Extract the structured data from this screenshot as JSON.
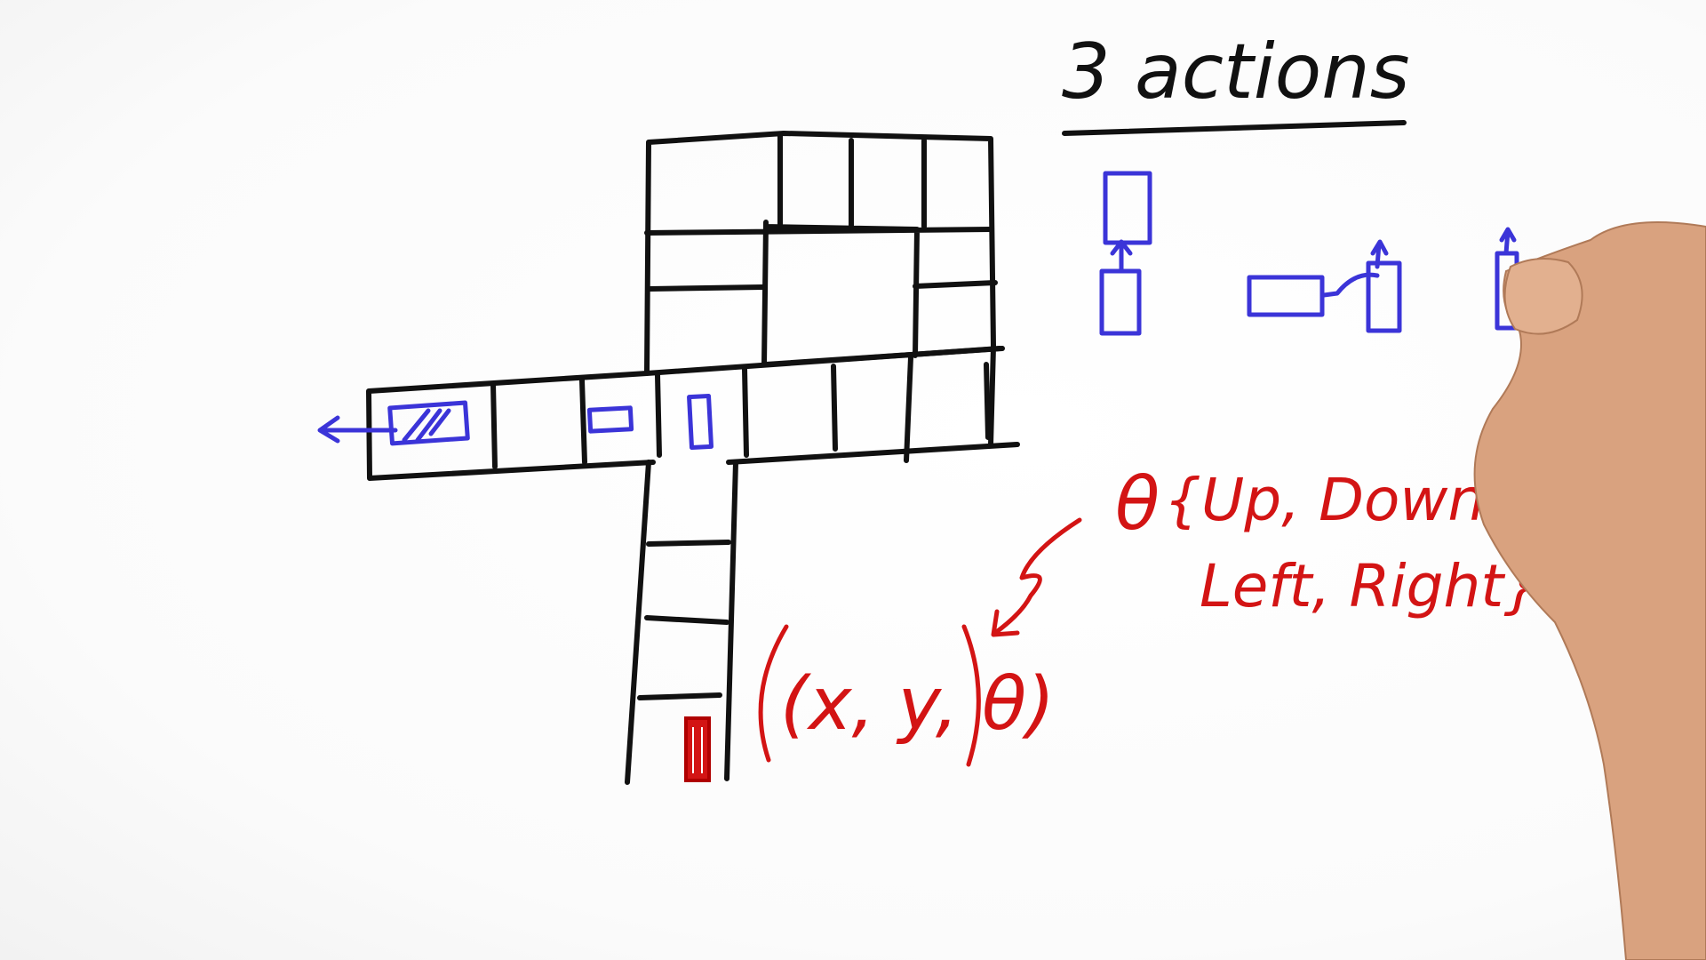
{
  "heading": "3 actions",
  "state_tuple": "(x, y, θ)",
  "orientation_set": {
    "symbol": "θ",
    "line1": "{Up, Down",
    "line2": "Left, Right}"
  },
  "colors": {
    "grid_ink": "#111111",
    "blue_ink": "#3b34d8",
    "red_ink": "#d31414",
    "skin": "#d9a27f"
  }
}
